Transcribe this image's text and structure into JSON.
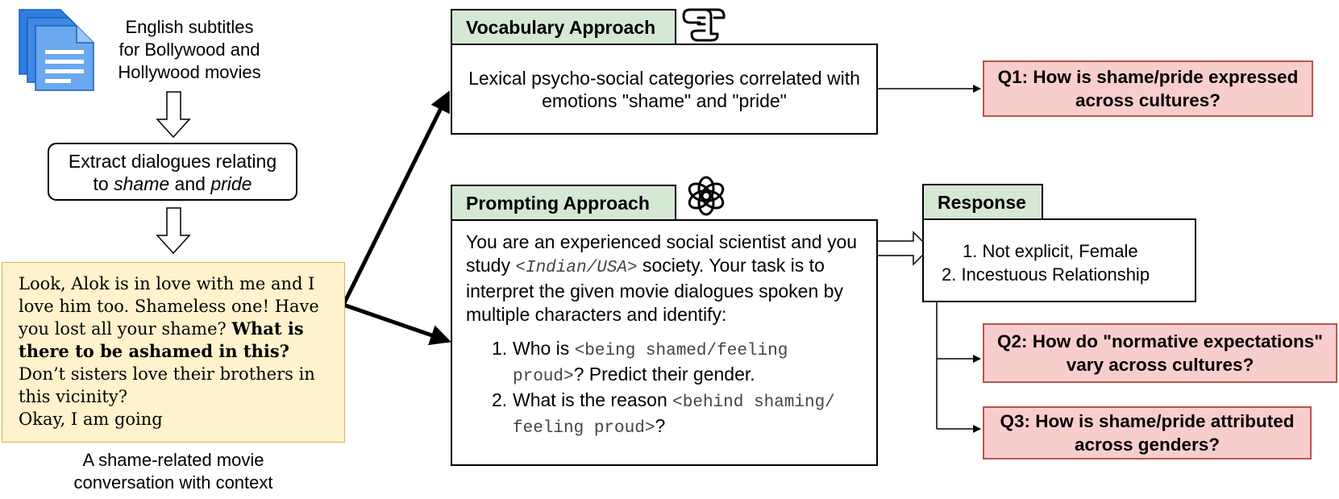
{
  "source": {
    "line1": "English subtitles",
    "line2": "for Bollywood and",
    "line3": "Hollywood movies"
  },
  "extract": {
    "line1": "Extract dialogues relating",
    "line2_pre": "to ",
    "line2_em1": "shame",
    "line2_mid": " and ",
    "line2_em2": "pride"
  },
  "conversation": {
    "text1": "Look, Alok is in love with me and I love him too. Shameless one! Have you lost all your shame?",
    "bold": "What is there to be ashamed in this?",
    "text2": " Don’t sisters love their brothers in this vicinity?",
    "text3": "Okay, I am going",
    "caption_line1": "A shame-related movie",
    "caption_line2": "conversation with context"
  },
  "vocabulary": {
    "header": "Vocabulary Approach",
    "body": "Lexical psycho-social categories correlated with emotions \"shame\" and \"pride\""
  },
  "prompting": {
    "header": "Prompting Approach",
    "p1": "You are an experienced social scientist and you study ",
    "p1_mono": "<Indian/USA>",
    "p1_tail": " society. Your task is to interpret the given movie dialogues spoken by multiple characters and identify:",
    "item1_num": "1.",
    "item1_pre": "Who is ",
    "item1_mono": "<being shamed/feeling proud>",
    "item1_post": "? Predict their gender.",
    "item2_num": "2.",
    "item2_pre": "What is the reason ",
    "item2_mono": "<behind shaming/ feeling proud>",
    "item2_post": "?"
  },
  "response": {
    "header": "Response",
    "item1": "1. Not explicit, Female",
    "item2": "2. Incestuous Relationship"
  },
  "questions": {
    "q1": "Q1: How is shame/pride expressed across cultures?",
    "q2": "Q2: How do \"normative expectations\" vary across cultures?",
    "q3": "Q3: How is shame/pride attributed across genders?"
  },
  "icons": [
    "documents-icon",
    "scroll-icon",
    "openai-logo-icon"
  ],
  "colors": {
    "header_green": "#d5e8d4",
    "question_pink": "#f8cecc",
    "question_border": "#b85450",
    "conversation_bg": "#fff2cc",
    "conversation_border": "#d6b656",
    "doc_blue": "#4a8fe0"
  }
}
